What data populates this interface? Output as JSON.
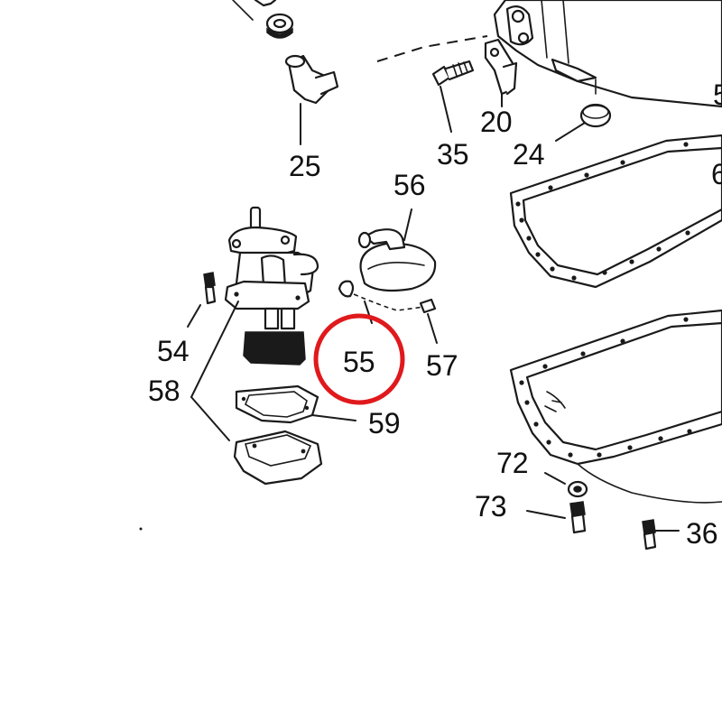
{
  "callouts": {
    "c25": "25",
    "c35": "35",
    "c20": "20",
    "c24": "24",
    "c56": "56",
    "c54": "54",
    "c58": "58",
    "c55": "55",
    "c57": "57",
    "c59": "59",
    "c72": "72",
    "c73": "73",
    "c36": "36",
    "c5_partial": "5",
    "c6_partial": "6"
  },
  "highlight": {
    "target": "55",
    "color": "#e0191c"
  }
}
